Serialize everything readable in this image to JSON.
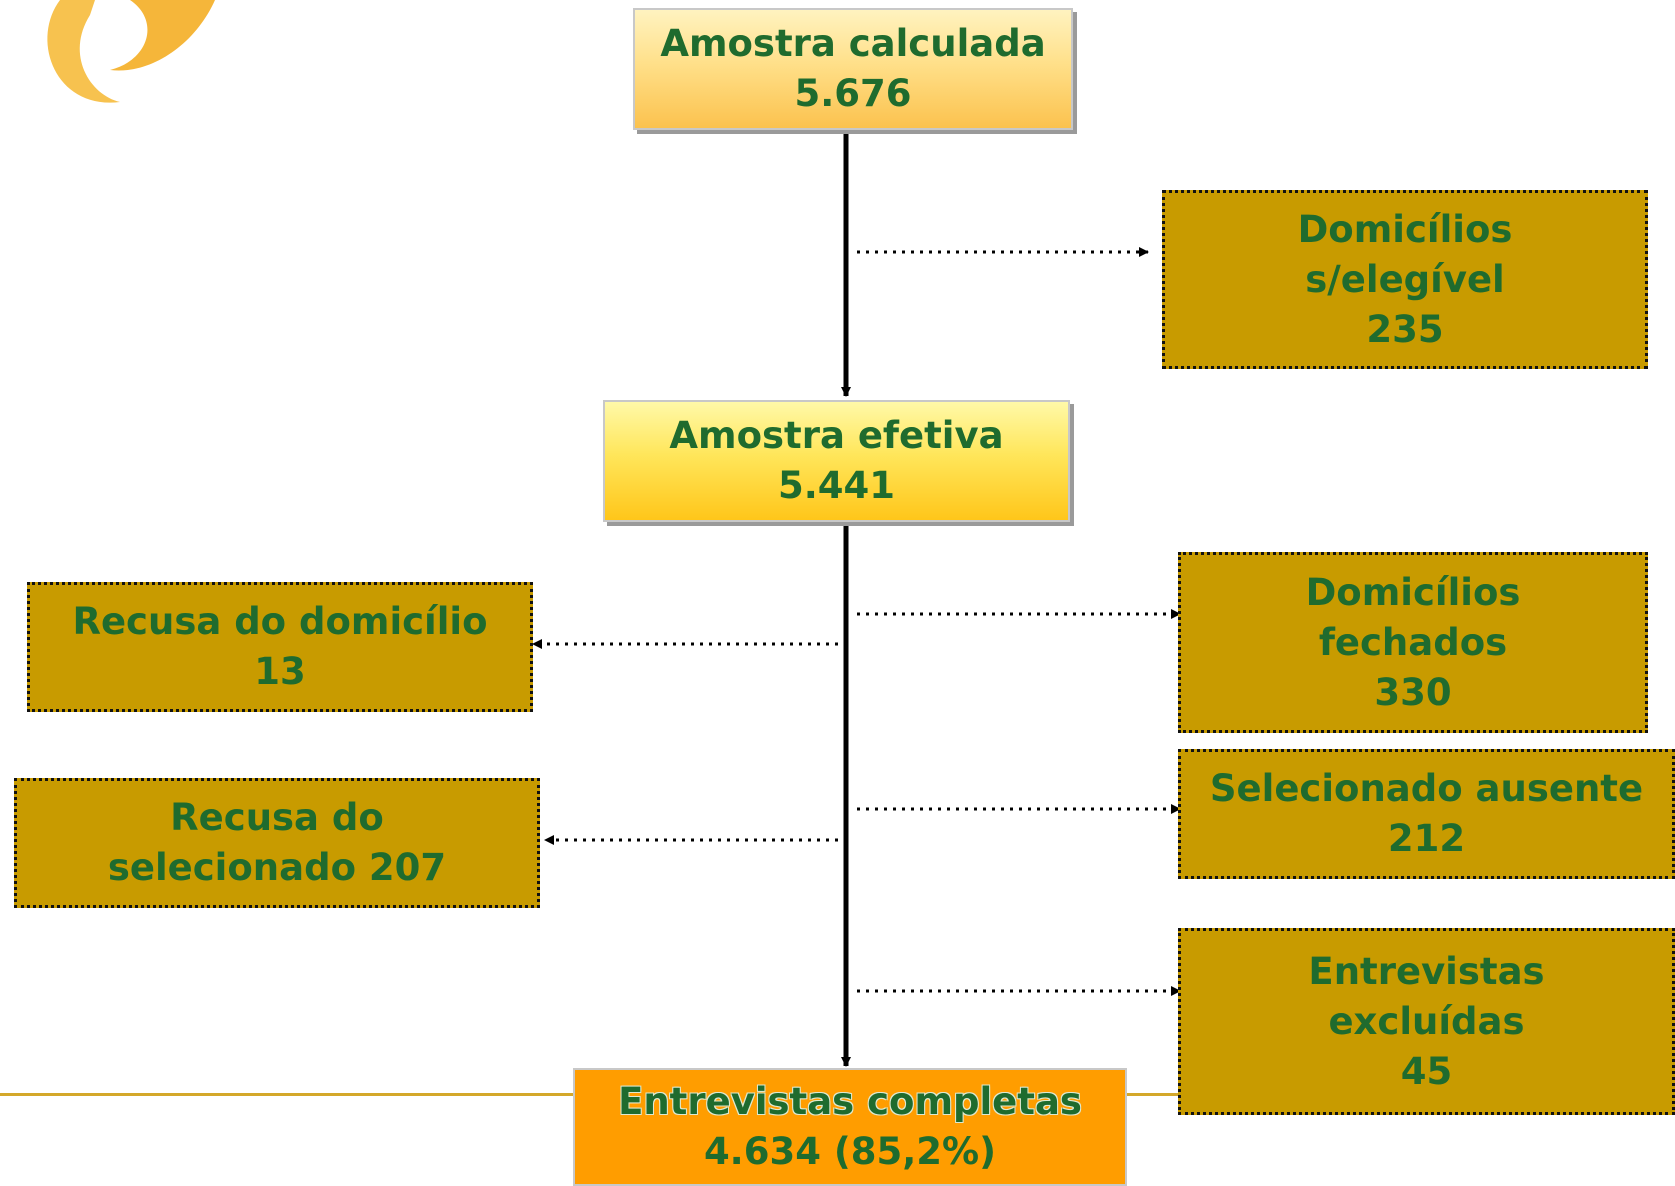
{
  "colors": {
    "text": "#1f6b2e",
    "side_box_fill": "#c89b00",
    "final_box_fill": "#ff9d00",
    "rule": "#d4a82a",
    "logo": "#f5b63a"
  },
  "icons": {
    "logo": "swirl-logo-icon"
  },
  "nodes": {
    "amostra_calculada": {
      "line1": "Amostra calculada",
      "line2": "5.676"
    },
    "amostra_efetiva": {
      "line1": "Amostra efetiva",
      "line2": "5.441"
    },
    "entrevistas_completas": {
      "line1": "Entrevistas completas",
      "line2": "4.634 (85,2%)"
    },
    "domicilios_s_elegivel": {
      "line1": "Domicílios",
      "line2": "s/elegível",
      "line3": "235"
    },
    "recusa_domicilio": {
      "line1": "Recusa do domicílio",
      "line2": "13"
    },
    "domicilios_fechados": {
      "line1": "Domicílios",
      "line2": "fechados",
      "line3": "330"
    },
    "recusa_selecionado": {
      "line1": "Recusa do",
      "line2": "selecionado 207"
    },
    "selecionado_ausente": {
      "line1": "Selecionado ausente",
      "line2": "212"
    },
    "entrevistas_excluidas": {
      "line1": "Entrevistas",
      "line2": "excluídas",
      "line3": "45"
    }
  }
}
